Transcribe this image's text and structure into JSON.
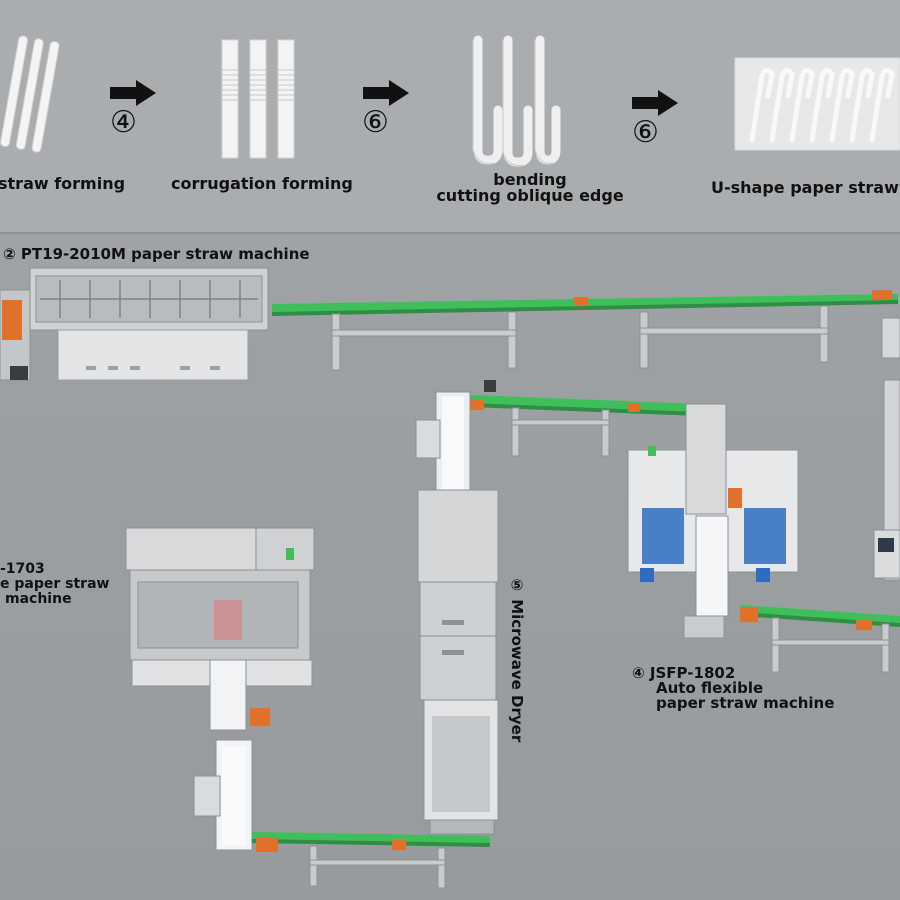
{
  "top_row": {
    "steps": [
      {
        "label": "straw forming"
      },
      {
        "label": "corrugation forming"
      },
      {
        "label_line1": "bending",
        "label_line2": "cutting oblique edge"
      },
      {
        "label": "U-shape paper straw"
      }
    ],
    "arrow_numbers": [
      "④",
      "⑥",
      "⑥"
    ]
  },
  "machines": {
    "pt19": {
      "label": "② PT19-2010M paper straw machine"
    },
    "m1703": {
      "line1": "-1703",
      "line2": "e paper straw",
      "line3": "machine"
    },
    "dryer": {
      "label": "⑤ Microwave Dryer"
    },
    "jsfp": {
      "line1": "④ JSFP-1802",
      "line2": "Auto flexible",
      "line3": "paper straw machine"
    }
  },
  "colors": {
    "background": "#9ea3a6",
    "conveyor_green": "#3fbf5a",
    "accent_orange": "#e0702a",
    "frame_gray": "#c9cccf",
    "panel_blue": "#2d6cc0"
  }
}
